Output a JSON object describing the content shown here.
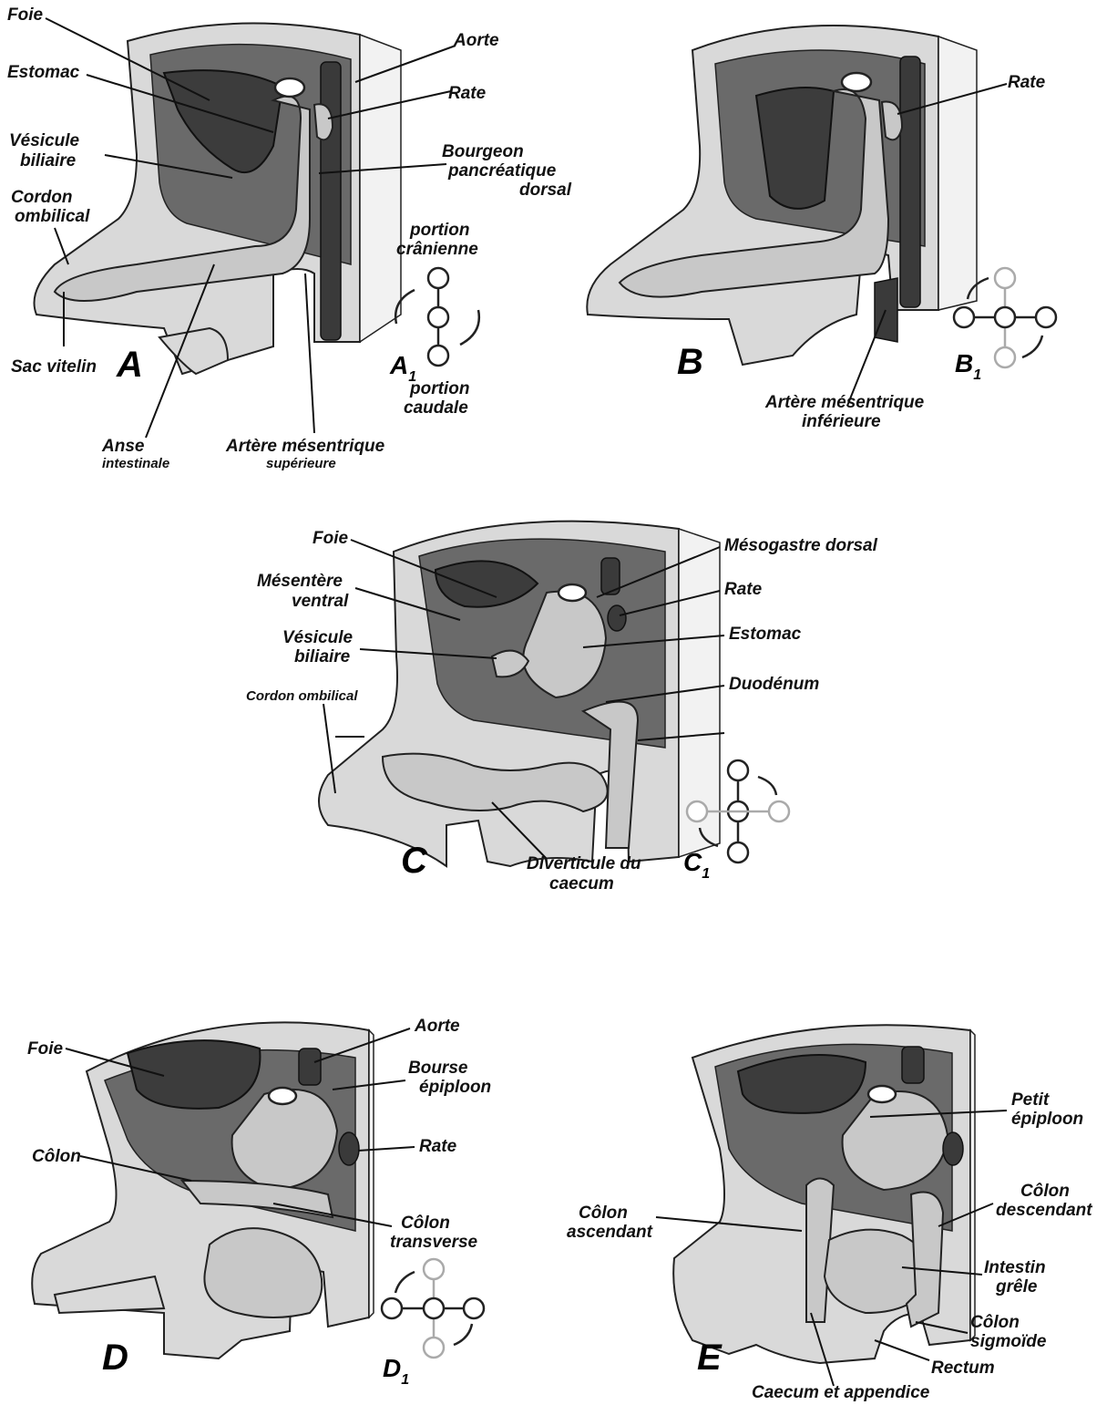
{
  "panels": {
    "A": {
      "letter": "A",
      "rotation_letter": "A",
      "rotation_sub": "1",
      "labels": {
        "foie": "Foie",
        "estomac": "Estomac",
        "vesicule_1": "Vésicule",
        "vesicule_2": "biliaire",
        "cordon_1": "Cordon",
        "cordon_2": "ombilical",
        "sac": "Sac vitelin",
        "anse_1": "Anse",
        "anse_2": "intestinale",
        "artere_sup_1": "Artère mésentrique",
        "artere_sup_2": "supérieure",
        "aorte": "Aorte",
        "rate": "Rate",
        "bourgeon_1": "Bourgeon",
        "bourgeon_2": "pancréatique",
        "bourgeon_3": "dorsal",
        "portion_cran_1": "portion",
        "portion_cran_2": "crânienne",
        "portion_caud_1": "portion",
        "portion_caud_2": "caudale"
      }
    },
    "B": {
      "letter": "B",
      "rotation_letter": "B",
      "rotation_sub": "1",
      "labels": {
        "rate": "Rate",
        "artere_inf_1": "Artère mésentrique",
        "artere_inf_2": "inférieure"
      }
    },
    "C": {
      "letter": "C",
      "rotation_letter": "C",
      "rotation_sub": "1",
      "labels": {
        "foie": "Foie",
        "mesentere_1": "Mésentère",
        "mesentere_2": "ventral",
        "vesicule_1": "Vésicule",
        "vesicule_2": "biliaire",
        "cordon": "Cordon ombilical",
        "mesogastre": "Mésogastre dorsal",
        "rate": "Rate",
        "estomac": "Estomac",
        "duodenum": "Duodénum",
        "diverticule_1": "Diverticule du",
        "diverticule_2": "caecum"
      }
    },
    "D": {
      "letter": "D",
      "rotation_letter": "D",
      "rotation_sub": "1",
      "labels": {
        "foie": "Foie",
        "colon": "Côlon",
        "aorte": "Aorte",
        "bourse_1": "Bourse",
        "bourse_2": "épiploon",
        "rate": "Rate",
        "colon_tr_1": "Côlon",
        "colon_tr_2": "transverse"
      }
    },
    "E": {
      "letter": "E",
      "labels": {
        "petit_1": "Petit",
        "petit_2": "épiploon",
        "colon_asc_1": "Côlon",
        "colon_asc_2": "ascendant",
        "colon_desc_1": "Côlon",
        "colon_desc_2": "descendant",
        "intestin_1": "Intestin",
        "intestin_2": "grêle",
        "colon_sig_1": "Côlon",
        "colon_sig_2": "sigmoïde",
        "rectum": "Rectum",
        "caecum": "Caecum et appendice"
      }
    }
  }
}
